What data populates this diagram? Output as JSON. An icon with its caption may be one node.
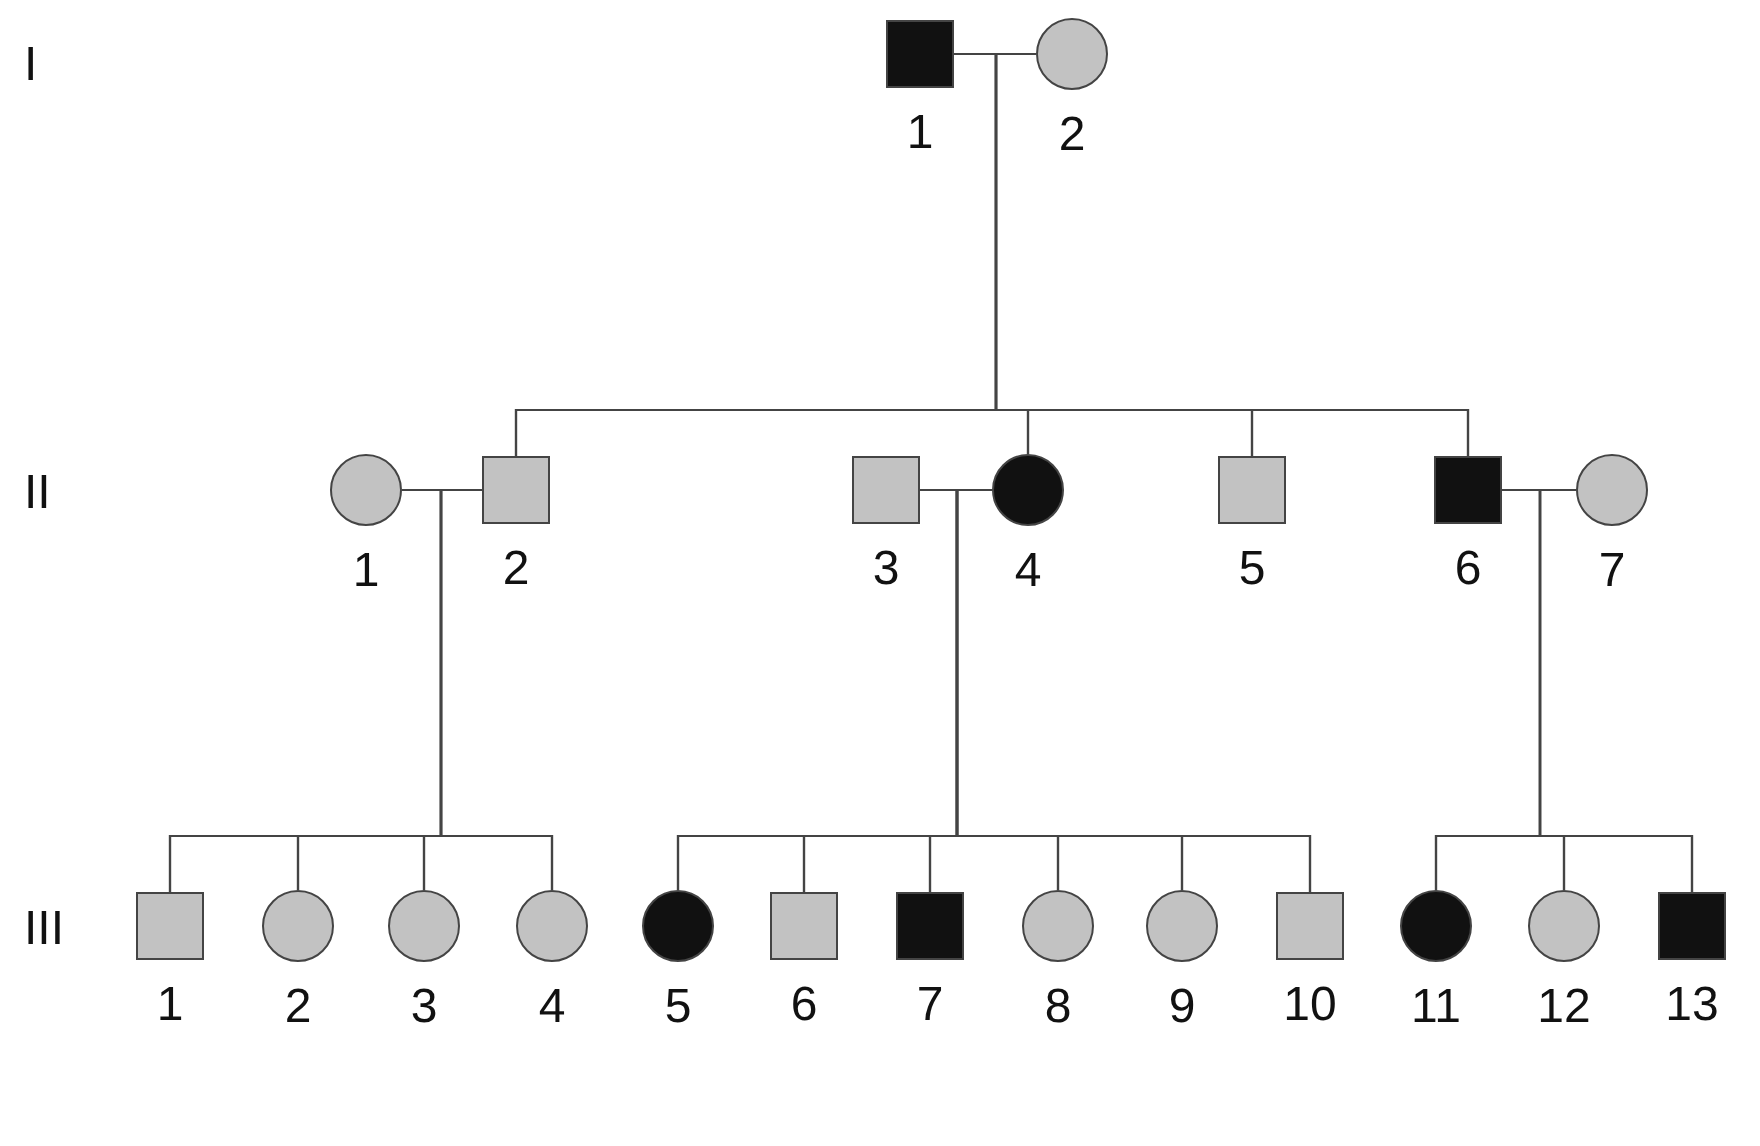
{
  "diagram": {
    "nodes": [
      {
        "text": [],
        "shape": "box",
        "beside": [
          "1"
        ]
      },
      {
        "text": [],
        "shape": "circle",
        "beside": [
          "2"
        ]
      },
      {
        "text": [],
        "shape": "circle",
        "beside": [
          "1"
        ]
      },
      {
        "text": [],
        "shape": "box",
        "beside": [
          "2"
        ]
      },
      {
        "text": [],
        "shape": "box",
        "beside": [
          "3"
        ]
      },
      {
        "text": [],
        "shape": "circle",
        "beside": [
          "4"
        ]
      },
      {
        "text": [],
        "shape": "box",
        "beside": [
          "5"
        ]
      },
      {
        "text": [],
        "shape": "box",
        "beside": [
          "6"
        ]
      },
      {
        "text": [],
        "shape": "circle",
        "beside": [
          "7"
        ]
      },
      {
        "text": [],
        "shape": "box",
        "beside": [
          "1"
        ]
      },
      {
        "text": [],
        "shape": "circle",
        "beside": [
          "2"
        ]
      },
      {
        "text": [],
        "shape": "circle",
        "beside": [
          "3"
        ]
      },
      {
        "text": [],
        "shape": "circle",
        "beside": [
          "4"
        ]
      },
      {
        "text": [],
        "shape": "circle",
        "beside": [
          "5"
        ]
      },
      {
        "text": [],
        "shape": "box",
        "beside": [
          "6"
        ]
      },
      {
        "text": [],
        "shape": "box",
        "beside": [
          "7"
        ]
      },
      {
        "text": [],
        "shape": "circle",
        "beside": [
          "8"
        ]
      },
      {
        "text": [],
        "shape": "circle",
        "beside": [
          "9"
        ]
      },
      {
        "text": [],
        "shape": "box",
        "beside": [
          "10"
        ]
      },
      {
        "text": [],
        "shape": "circle",
        "beside": [
          "11"
        ]
      },
      {
        "text": [],
        "shape": "circle",
        "beside": [
          "12"
        ]
      },
      {
        "text": [],
        "shape": "box",
        "beside": [
          "13"
        ]
      }
    ],
    "edges": [
      {
        "from": 0,
        "to": 1,
        "arrow": "none"
      },
      {
        "from": 2,
        "to": 3,
        "arrow": "none"
      },
      {
        "from": 4,
        "to": 5,
        "arrow": "none"
      },
      {
        "from": 7,
        "to": 8,
        "arrow": "none"
      },
      {
        "from": 0,
        "to": 3,
        "arrow": "none"
      },
      {
        "from": 0,
        "to": 5,
        "arrow": "none"
      },
      {
        "from": 0,
        "to": 6,
        "arrow": "none"
      },
      {
        "from": 0,
        "to": 7,
        "arrow": "none"
      },
      {
        "from": 1,
        "to": 3,
        "arrow": "none"
      },
      {
        "from": 1,
        "to": 5,
        "arrow": "none"
      },
      {
        "from": 1,
        "to": 6,
        "arrow": "none"
      },
      {
        "from": 1,
        "to": 7,
        "arrow": "none"
      },
      {
        "from": 2,
        "to": 9,
        "arrow": "none"
      },
      {
        "from": 2,
        "to": 10,
        "arrow": "none"
      },
      {
        "from": 2,
        "to": 11,
        "arrow": "none"
      },
      {
        "from": 2,
        "to": 12,
        "arrow": "none"
      },
      {
        "from": 3,
        "to": 9,
        "arrow": "none"
      },
      {
        "from": 3,
        "to": 10,
        "arrow": "none"
      },
      {
        "from": 3,
        "to": 11,
        "arrow": "none"
      },
      {
        "from": 3,
        "to": 12,
        "arrow": "none"
      },
      {
        "from": 4,
        "to": 13,
        "arrow": "none"
      },
      {
        "from": 4,
        "to": 14,
        "arrow": "none"
      },
      {
        "from": 4,
        "to": 15,
        "arrow": "none"
      },
      {
        "from": 4,
        "to": 16,
        "arrow": "none"
      },
      {
        "from": 4,
        "to": 17,
        "arrow": "none"
      },
      {
        "from": 4,
        "to": 18,
        "arrow": "none"
      },
      {
        "from": 5,
        "to": 13,
        "arrow": "none"
      },
      {
        "from": 5,
        "to": 14,
        "arrow": "none"
      },
      {
        "from": 5,
        "to": 15,
        "arrow": "none"
      },
      {
        "from": 5,
        "to": 16,
        "arrow": "none"
      },
      {
        "from": 5,
        "to": 17,
        "arrow": "none"
      },
      {
        "from": 5,
        "to": 18,
        "arrow": "none"
      },
      {
        "from": 7,
        "to": 19,
        "arrow": "none"
      },
      {
        "from": 7,
        "to": 20,
        "arrow": "none"
      },
      {
        "from": 7,
        "to": 21,
        "arrow": "none"
      },
      {
        "from": 8,
        "to": 19,
        "arrow": "none"
      },
      {
        "from": 8,
        "to": 20,
        "arrow": "none"
      },
      {
        "from": 8,
        "to": 21,
        "arrow": "none"
      }
    ],
    "labels": [
      "I",
      "II",
      "III"
    ]
  }
}
